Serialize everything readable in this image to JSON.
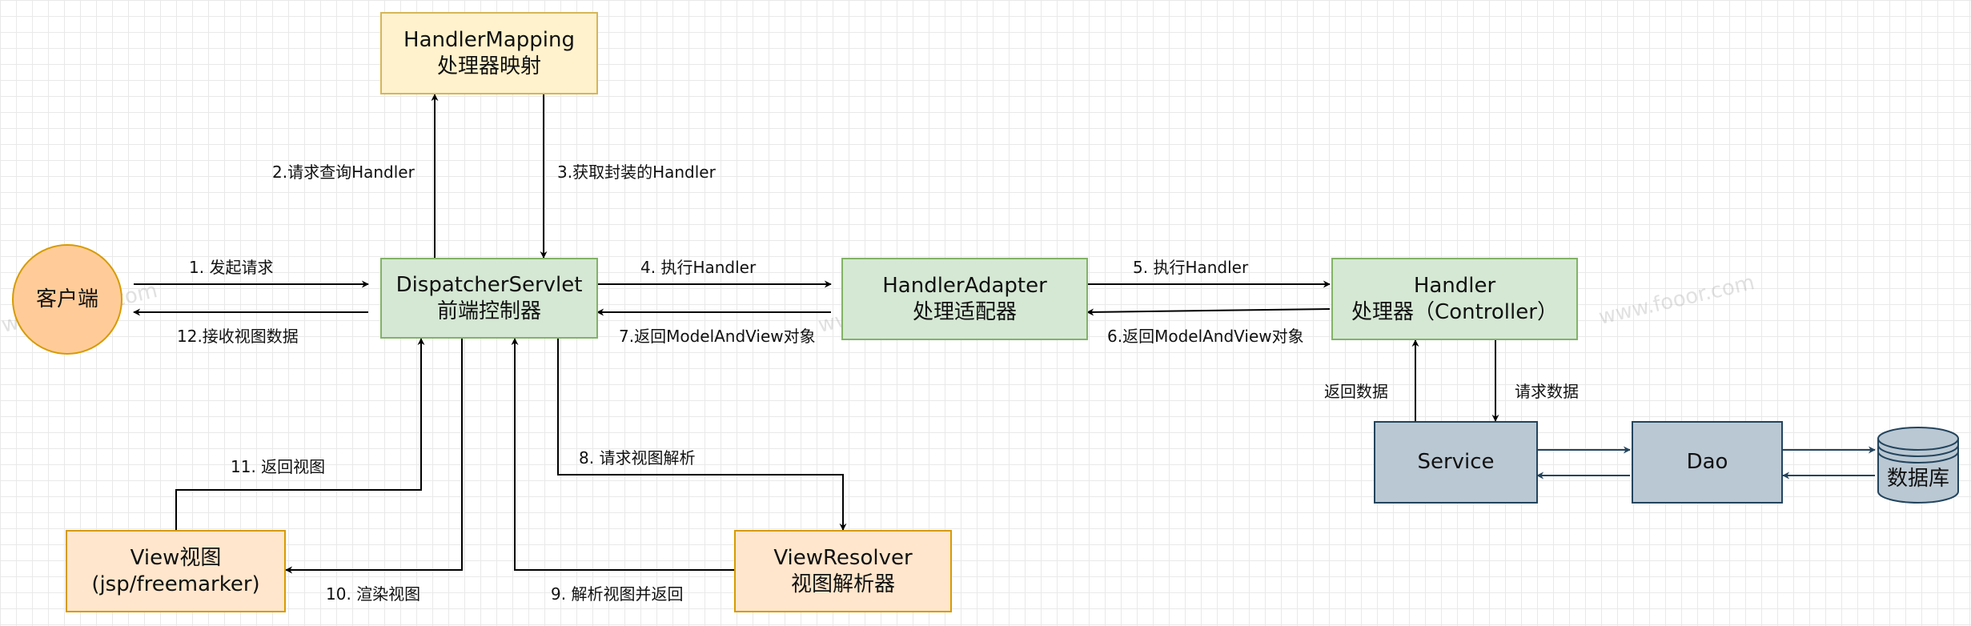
{
  "nodes": {
    "client": {
      "line1": "客户端"
    },
    "handler_mapping": {
      "line1": "HandlerMapping",
      "line2": "处理器映射"
    },
    "dispatcher": {
      "line1": "DispatcherServlet",
      "line2": "前端控制器"
    },
    "handler_adapter": {
      "line1": "HandlerAdapter",
      "line2": "处理适配器"
    },
    "handler": {
      "line1": "Handler",
      "line2": "处理器（Controller）"
    },
    "view": {
      "line1": "View视图",
      "line2": "(jsp/freemarker)"
    },
    "view_resolver": {
      "line1": "ViewResolver",
      "line2": "视图解析器"
    },
    "service": {
      "line1": "Service"
    },
    "dao": {
      "line1": "Dao"
    },
    "database": {
      "line1": "数据库"
    }
  },
  "edges": {
    "e1": "1. 发起请求",
    "e12": "12.接收视图数据",
    "e2": "2.请求查询Handler",
    "e3": "3.获取封装的Handler",
    "e4": "4. 执行Handler",
    "e7": "7.返回ModelAndView对象",
    "e5": "5. 执行Handler",
    "e6": "6.返回ModelAndView对象",
    "e_return_data": "返回数据",
    "e_request_data": "请求数据",
    "e8": "8. 请求视图解析",
    "e9": "9. 解析视图并返回",
    "e10": "10. 渲染视图",
    "e11": "11. 返回视图"
  },
  "watermark": "www.fooor.com",
  "colors": {
    "arrow": "#000000",
    "arrow_data": "#23445d",
    "yellow_fill": "#fff2cc",
    "green_fill": "#d5e8d4",
    "orange_fill": "#ffe6cc",
    "steel_fill": "#bac8d3",
    "client_fill": "#ffcc99"
  }
}
